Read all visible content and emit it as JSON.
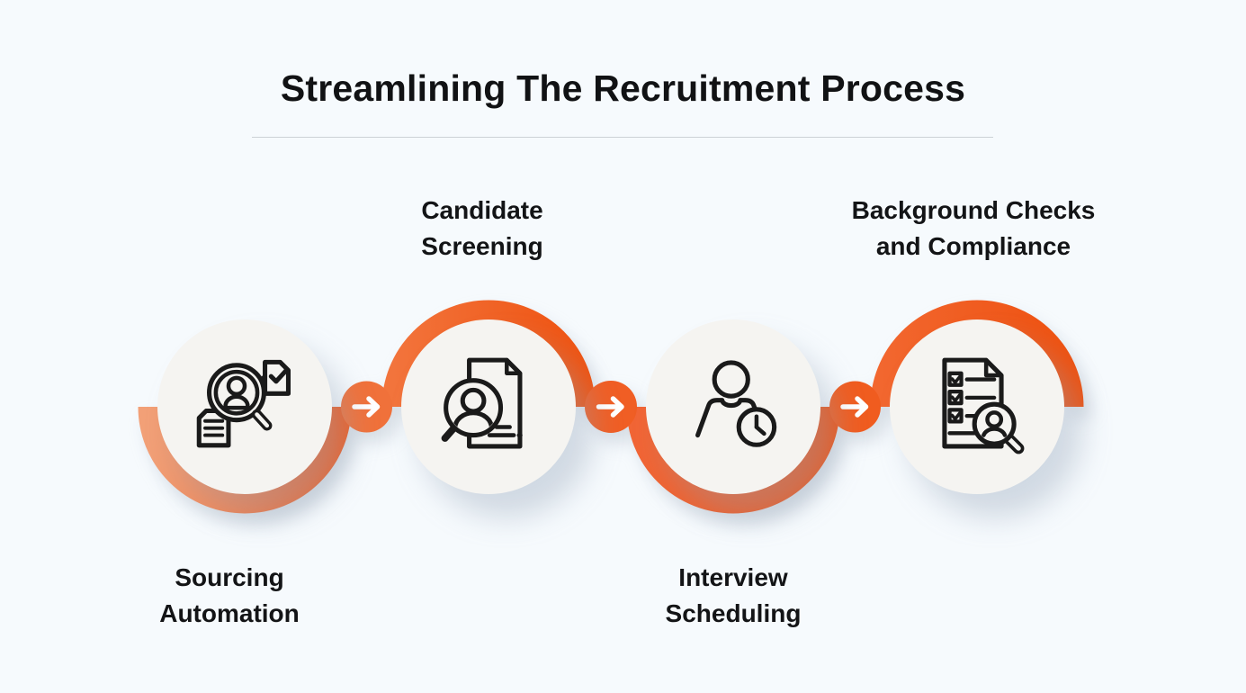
{
  "title": "Streamlining The Recruitment Process",
  "steps": [
    {
      "label": "Sourcing Automation",
      "icon": "sourcing-search-icon",
      "label_position": "below"
    },
    {
      "label": "Candidate Screening",
      "icon": "resume-screening-icon",
      "label_position": "above"
    },
    {
      "label": "Interview Scheduling",
      "icon": "interview-clock-icon",
      "label_position": "below"
    },
    {
      "label": "Background Checks and Compliance",
      "icon": "background-check-icon",
      "label_position": "above"
    }
  ],
  "connectors": [
    {
      "icon": "arrow-right-icon"
    },
    {
      "icon": "arrow-right-icon"
    },
    {
      "icon": "arrow-right-icon"
    }
  ],
  "colors": {
    "background": "#F6FAFD",
    "circle_fill": "#F5F4F1",
    "arc_light": "#F29C74",
    "arc_orange": "#F05C20",
    "arc_deep": "#EF5211",
    "icon_stroke": "#1A1A1A",
    "text": "#131416",
    "divider": "#CCD1D6"
  }
}
